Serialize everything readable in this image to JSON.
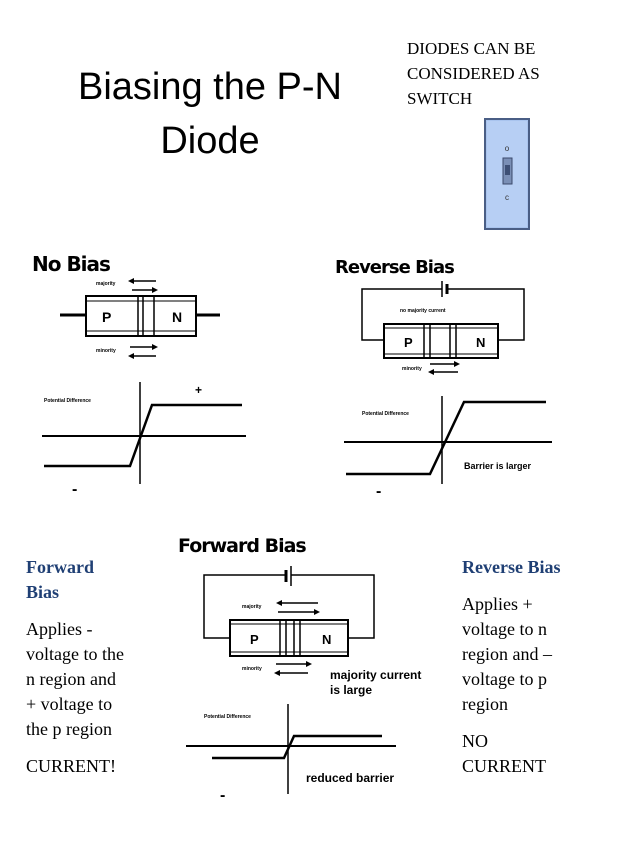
{
  "title": {
    "line1": "Biasing the P-N",
    "line2": "Diode"
  },
  "note": {
    "line1": "DIODES CAN BE",
    "line2": "CONSIDERED AS",
    "line3": "SWITCH"
  },
  "switch": {
    "top_mark": "o",
    "bottom_mark": "c"
  },
  "no_bias": {
    "label": "No Bias",
    "p": "P",
    "n": "N",
    "majority": "majority",
    "minority": "minority",
    "graph_label": "Potential Difference",
    "plus": "+",
    "minus": "-"
  },
  "reverse_bias": {
    "label": "Reverse Bias",
    "p": "P",
    "n": "N",
    "current_label": "no majority current",
    "minority": "minority",
    "graph_label": "Potential Difference",
    "barrier_note": "Barrier is larger",
    "minus": "-"
  },
  "forward_bias": {
    "label": "Forward Bias",
    "p": "P",
    "n": "N",
    "majority": "majority",
    "minority": "minority",
    "current_note_1": "majority current",
    "current_note_2": "is large",
    "graph_label": "Potential Difference",
    "barrier_note": "reduced barrier",
    "minus": "-"
  },
  "forward_text": {
    "heading_1": "Forward",
    "heading_2": "Bias",
    "body": [
      "Applies -",
      "voltage to the",
      "n region and",
      "+ voltage to",
      "the p region"
    ],
    "result": "CURRENT!"
  },
  "reverse_text": {
    "heading": "Reverse Bias",
    "body": [
      "Applies +",
      "voltage to n",
      "region and –",
      "voltage to p",
      "region"
    ],
    "result_1": "NO",
    "result_2": "CURRENT"
  }
}
